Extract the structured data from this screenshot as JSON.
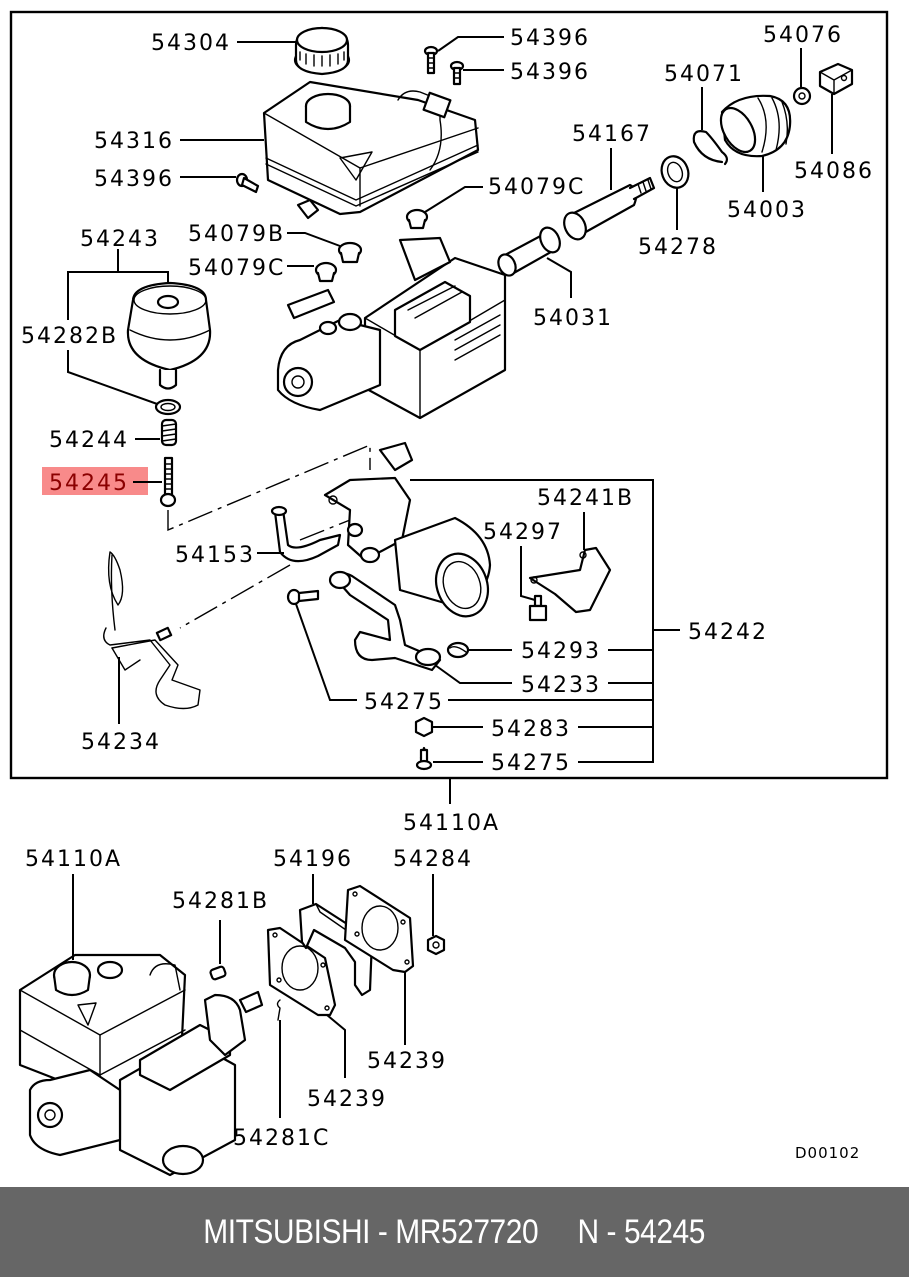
{
  "diagram": {
    "title": "Brake master cylinder / hydraulic booster exploded parts diagram",
    "diagram_code": "D00102",
    "highlight_color": "#f88a8a",
    "highlight_text_color": "#8b0000",
    "highlighted_part": "54245",
    "labels": {
      "p54304": "54304",
      "p54396a": "54396",
      "p54396b": "54396",
      "p54396c": "54396",
      "p54076": "54076",
      "p54071": "54071",
      "p54316": "54316",
      "p54167": "54167",
      "p54079c_top": "54079C",
      "p54086": "54086",
      "p54003": "54003",
      "p54243": "54243",
      "p54079b": "54079B",
      "p54079c": "54079C",
      "p54278": "54278",
      "p54282b": "54282B",
      "p54031": "54031",
      "p54244": "54244",
      "p54245": "54245",
      "p54241b": "54241B",
      "p54297": "54297",
      "p54153": "54153",
      "p54242": "54242",
      "p54293": "54293",
      "p54233": "54233",
      "p54275a": "54275",
      "p54283": "54283",
      "p54275b": "54275",
      "p54234": "54234",
      "p54110a_top": "54110A",
      "p54110a": "54110A",
      "p54196": "54196",
      "p54284": "54284",
      "p54281b": "54281B",
      "p54239a": "54239",
      "p54239b": "54239",
      "p54281c": "54281C"
    }
  },
  "footer": {
    "text": "MITSUBISHI - MR527720     N - 54245",
    "brand": "MITSUBISHI",
    "part_number": "MR527720",
    "ref_number": "54245",
    "background": "#666666"
  }
}
